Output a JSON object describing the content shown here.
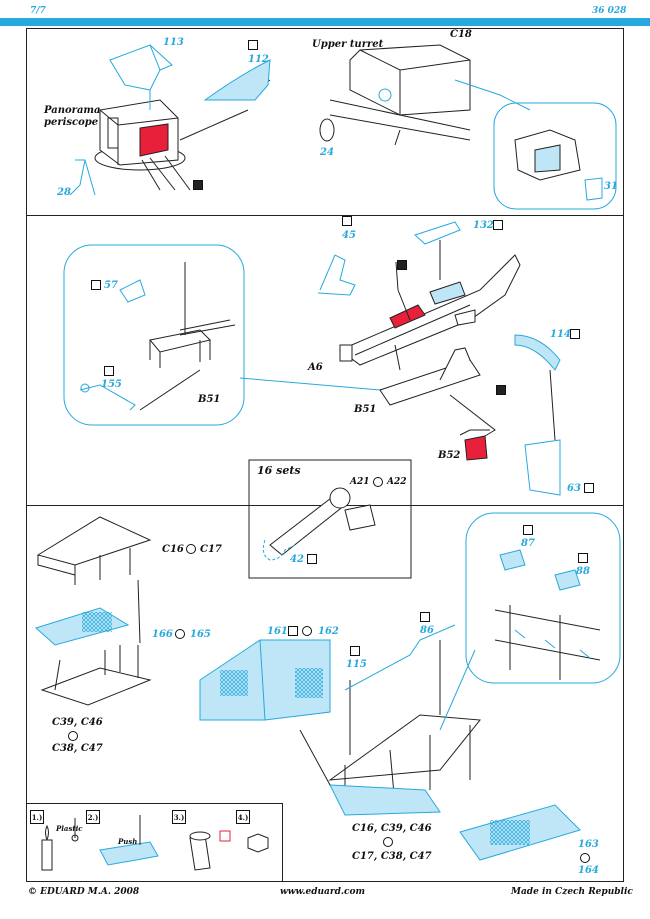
{
  "header": {
    "page": "7/7",
    "code": "36 028"
  },
  "footer": {
    "copyright": "© EDUARD  M.A. 2008",
    "website": "www.eduard.com",
    "origin": "Made in Czech Republic"
  },
  "section1": {
    "parts": {
      "p113": "113",
      "p112": "112",
      "p28": "28",
      "p24": "24",
      "p31": "31",
      "c18": "C18"
    },
    "titles": {
      "panorama": "Panorama",
      "periscope": "periscope",
      "upper_turret": "Upper turret"
    }
  },
  "section2": {
    "parts": {
      "p57": "57",
      "p155": "155",
      "b51a": "B51",
      "p45": "45",
      "p132": "132",
      "p114": "114",
      "a6": "A6",
      "b51b": "B51",
      "b52": "B52",
      "p63": "63",
      "a21": "A21",
      "a22": "A22",
      "p42": "42"
    },
    "sets": "16 sets"
  },
  "section3": {
    "parts": {
      "c16": "C16",
      "c17": "C17",
      "p166": "166",
      "p165": "165",
      "c39c46": "C39, C46",
      "c38c47": "C38, C47",
      "p161": "161",
      "p162": "162",
      "p86": "86",
      "p115": "115",
      "p87": "87",
      "p88": "88",
      "list1": "C16, C39, C46",
      "list2": "C17, C38, C47",
      "p163": "163",
      "p164": "164"
    }
  },
  "legend": {
    "s1": "1.)",
    "s2": "2.)",
    "s3": "3.)",
    "s4": "4.)",
    "plastic": "Plastic",
    "push": "Push"
  },
  "colors": {
    "accent": "#27a9dd",
    "red": "#e8203a",
    "line": "#222222"
  }
}
